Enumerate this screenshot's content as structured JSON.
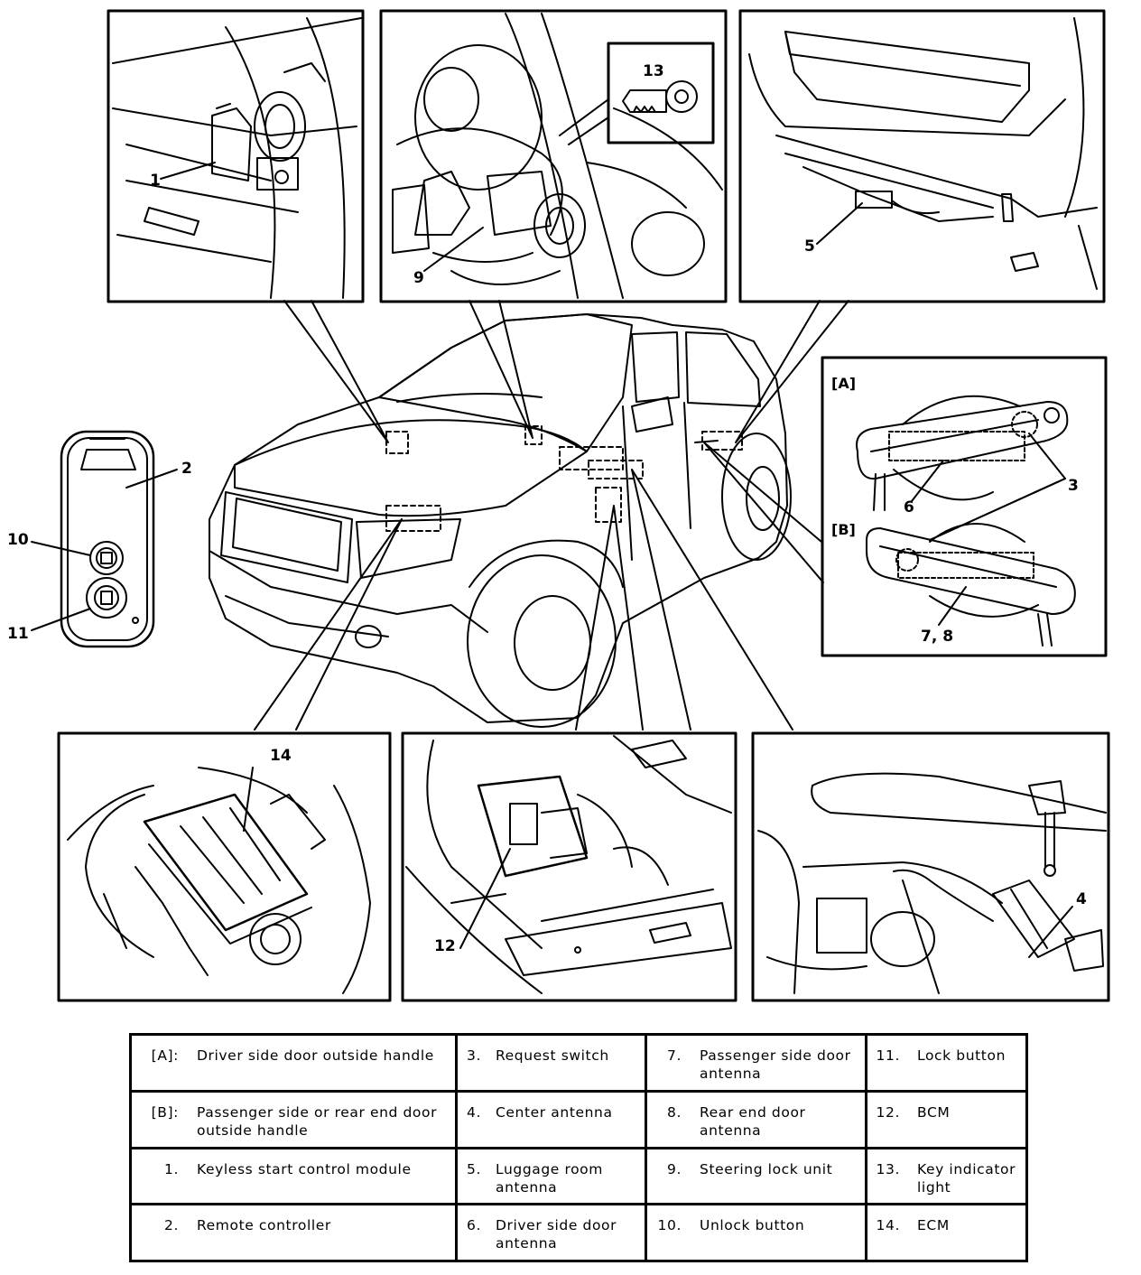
{
  "callouts": {
    "c1": "1",
    "c2": "2",
    "c3": "3",
    "c4": "4",
    "c5": "5",
    "c6": "6",
    "c78": "7, 8",
    "c9": "9",
    "c10": "10",
    "c11": "11",
    "c12": "12",
    "c13": "13",
    "c14": "14",
    "labelA": "[A]",
    "labelB": "[B]"
  },
  "legend": {
    "rows": [
      [
        {
          "num": "[A]:",
          "text": "Driver side door outside handle"
        },
        {
          "num": "3.",
          "text": "Request switch"
        },
        {
          "num": "7.",
          "text": "Passenger side door antenna"
        },
        {
          "num": "11.",
          "text": "Lock button"
        }
      ],
      [
        {
          "num": "[B]:",
          "text": "Passenger side or rear end door outside handle"
        },
        {
          "num": "4.",
          "text": "Center antenna"
        },
        {
          "num": "8.",
          "text": "Rear end door antenna"
        },
        {
          "num": "12.",
          "text": "BCM"
        }
      ],
      [
        {
          "num": "1.",
          "text": "Keyless start control module"
        },
        {
          "num": "5.",
          "text": "Luggage room antenna"
        },
        {
          "num": "9.",
          "text": "Steering lock unit"
        },
        {
          "num": "13.",
          "text": "Key indicator light"
        }
      ],
      [
        {
          "num": "2.",
          "text": "Remote controller"
        },
        {
          "num": "6.",
          "text": "Driver side door antenna"
        },
        {
          "num": "10.",
          "text": "Unlock button"
        },
        {
          "num": "14.",
          "text": "ECM"
        }
      ]
    ]
  }
}
